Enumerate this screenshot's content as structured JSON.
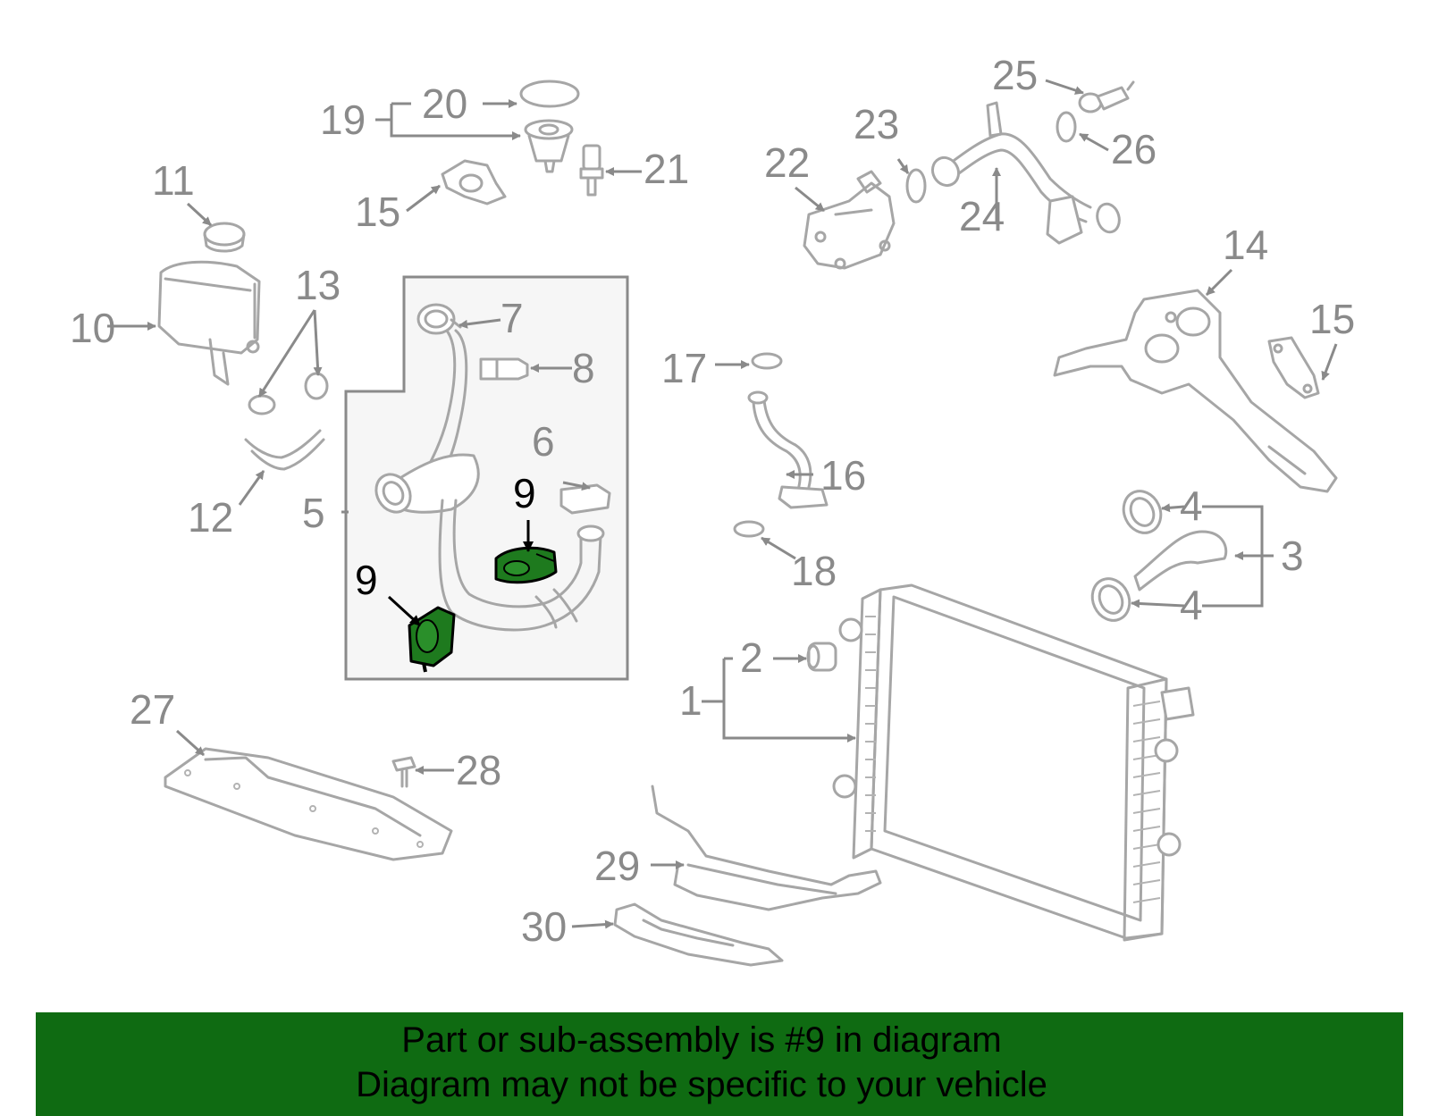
{
  "callouts": {
    "c1": "1",
    "c2": "2",
    "c3": "3",
    "c4a": "4",
    "c4b": "4",
    "c5": "5",
    "c6": "6",
    "c7": "7",
    "c8": "8",
    "c9a": "9",
    "c9b": "9",
    "c10": "10",
    "c11": "11",
    "c12": "12",
    "c13": "13",
    "c14": "14",
    "c15a": "15",
    "c15b": "15",
    "c16": "16",
    "c17": "17",
    "c18": "18",
    "c19": "19",
    "c20": "20",
    "c21": "21",
    "c22": "22",
    "c23": "23",
    "c24": "24",
    "c25": "25",
    "c26": "26",
    "c27": "27",
    "c28": "28",
    "c29": "29",
    "c30": "30"
  },
  "banner": {
    "line1": "Part or sub-assembly is #9 in diagram",
    "line2": "Diagram may not be specific to your vehicle"
  },
  "colors": {
    "highlight": "#1e7a1e",
    "banner": "#0f6b12",
    "part_stroke": "#a6a6a6",
    "label_gray": "#8a8a8a"
  }
}
